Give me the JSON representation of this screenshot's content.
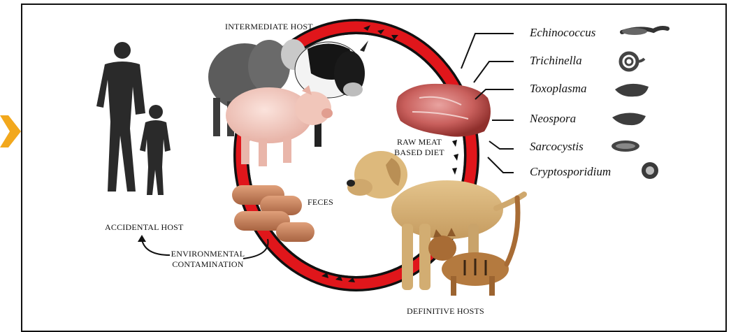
{
  "labels": {
    "intermediate_host": "INTERMEDIATE HOST",
    "raw_meat_line1": "RAW MEAT",
    "raw_meat_line2": "BASED DIET",
    "feces": "FECES",
    "accidental_host": "ACCIDENTAL HOST",
    "env_line1": "ENVIRONMENTAL",
    "env_line2": "CONTAMINATION",
    "definitive_hosts": "DEFINITIVE HOSTS"
  },
  "parasites": [
    {
      "name": "Echinococcus",
      "icon": "tapeworm-icon"
    },
    {
      "name": "Trichinella",
      "icon": "coiled-larva-icon"
    },
    {
      "name": "Toxoplasma",
      "icon": "toxoplasma-icon"
    },
    {
      "name": "Neospora",
      "icon": "neospora-icon"
    },
    {
      "name": "Sarcocystis",
      "icon": "sarcocystis-icon"
    },
    {
      "name": "Cryptosporidium",
      "icon": "oocyst-icon"
    }
  ],
  "colors": {
    "cycle_red": "#e0161b",
    "cycle_black": "#111111",
    "accent_arrow": "#f2a81d"
  }
}
